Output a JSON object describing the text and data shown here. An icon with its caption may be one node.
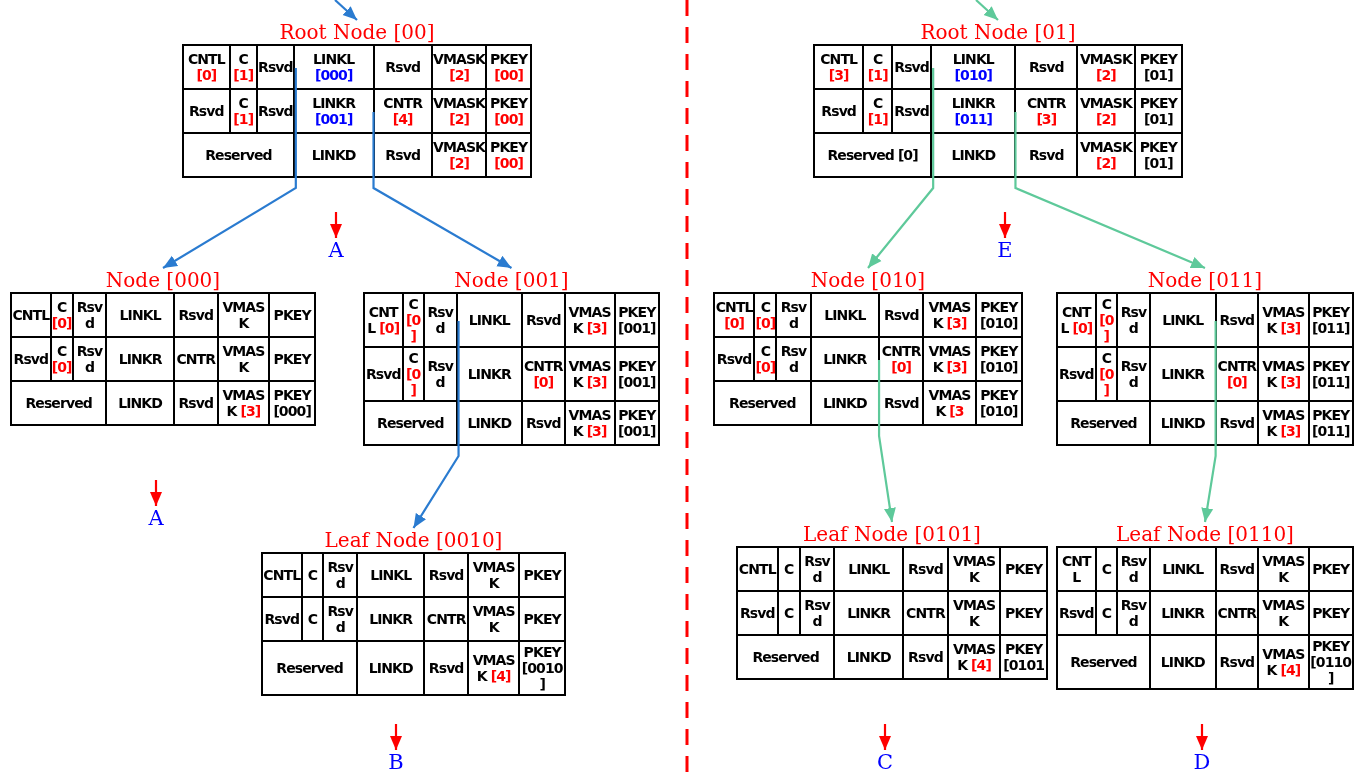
{
  "diagram": {
    "nodes": [
      {
        "text": [
          "Root Node [00]"
        ]
      },
      {
        "text": [
          "CNTL",
          "[0]"
        ],
        "in": 0
      },
      {
        "text": [
          "C",
          "[1]"
        ],
        "in": 0
      },
      {
        "text": [
          "Rsvd"
        ],
        "in": 0
      },
      {
        "text": [
          "LINKL",
          "[000]"
        ],
        "in": 0
      },
      {
        "text": [
          "Rsvd"
        ],
        "in": 0
      },
      {
        "text": [
          "VMASK",
          "[2]"
        ],
        "in": 0
      },
      {
        "text": [
          "PKEY",
          "[00]"
        ],
        "in": 0
      },
      {
        "text": [
          "Rsvd"
        ],
        "in": 0
      },
      {
        "text": [
          "C",
          "[1]"
        ],
        "in": 0
      },
      {
        "text": [
          "Rsvd"
        ],
        "in": 0
      },
      {
        "text": [
          "LINKR",
          "[001]"
        ],
        "in": 0
      },
      {
        "text": [
          "CNTR",
          "[4]"
        ],
        "in": 0
      },
      {
        "text": [
          "VMASK",
          "[2]"
        ],
        "in": 0
      },
      {
        "text": [
          "PKEY",
          "[00]"
        ],
        "in": 0
      },
      {
        "text": [
          "Reserved"
        ],
        "in": 0
      },
      {
        "text": [
          "LINKD"
        ],
        "in": 0
      },
      {
        "text": [
          "Rsvd"
        ],
        "in": 0
      },
      {
        "text": [
          "VMASK",
          "[2]"
        ],
        "in": 0
      },
      {
        "text": [
          "PKEY",
          "[00]"
        ],
        "in": 0
      },
      {
        "text": [
          "Root Node [01]"
        ]
      },
      {
        "text": [
          "CNTL",
          "[3]"
        ],
        "in": 20
      },
      {
        "text": [
          "C",
          "[1]"
        ],
        "in": 20
      },
      {
        "text": [
          "Rsvd"
        ],
        "in": 20
      },
      {
        "text": [
          "LINKL",
          "[010]"
        ],
        "in": 20
      },
      {
        "text": [
          "Rsvd"
        ],
        "in": 20
      },
      {
        "text": [
          "VMASK",
          "[2]"
        ],
        "in": 20
      },
      {
        "text": [
          "PKEY",
          "[01]"
        ],
        "in": 20
      },
      {
        "text": [
          "Rsvd"
        ],
        "in": 20
      },
      {
        "text": [
          "C",
          "[1]"
        ],
        "in": 20
      },
      {
        "text": [
          "Rsvd"
        ],
        "in": 20
      },
      {
        "text": [
          "LINKR",
          "[011]"
        ],
        "in": 20
      },
      {
        "text": [
          "CNTR",
          "[3]"
        ],
        "in": 20
      },
      {
        "text": [
          "VMASK",
          "[2]"
        ],
        "in": 20
      },
      {
        "text": [
          "PKEY",
          "[01]"
        ],
        "in": 20
      },
      {
        "text": [
          "Reserved",
          "[0]"
        ],
        "in": 20
      },
      {
        "text": [
          "LINKD"
        ],
        "in": 20
      },
      {
        "text": [
          "Rsvd"
        ],
        "in": 20
      },
      {
        "text": [
          "VMASK",
          "[2]"
        ],
        "in": 20
      },
      {
        "text": [
          "PKEY",
          "[01]"
        ],
        "in": 20
      },
      {
        "text": [
          "A"
        ]
      },
      {
        "text": [
          "E"
        ]
      },
      {
        "text": [
          "Node [000]"
        ]
      },
      {
        "text": [
          "CNTL"
        ],
        "in": 42
      },
      {
        "text": [
          "C",
          "[0]"
        ],
        "in": 42
      },
      {
        "text": [
          "Rsvd"
        ],
        "in": 42
      },
      {
        "text": [
          "LINKL"
        ],
        "in": 42
      },
      {
        "text": [
          "Rsvd"
        ],
        "in": 42
      },
      {
        "text": [
          "VMASK"
        ],
        "in": 42
      },
      {
        "text": [
          "PKEY"
        ],
        "in": 42
      },
      {
        "text": [
          "Rsvd"
        ],
        "in": 42
      },
      {
        "text": [
          "C",
          "[0]"
        ],
        "in": 42
      },
      {
        "text": [
          "Rsvd"
        ],
        "in": 42
      },
      {
        "text": [
          "LINKR"
        ],
        "in": 42
      },
      {
        "text": [
          "CNTR"
        ],
        "in": 42
      },
      {
        "text": [
          "VMASK"
        ],
        "in": 42
      },
      {
        "text": [
          "PKEY"
        ],
        "in": 42
      },
      {
        "text": [
          "Reserved"
        ],
        "in": 42
      },
      {
        "text": [
          "LINKD"
        ],
        "in": 42
      },
      {
        "text": [
          "Rsvd"
        ],
        "in": 42
      },
      {
        "text": [
          "VMASK",
          "[3]"
        ],
        "in": 42
      },
      {
        "text": [
          "PKEY",
          "[000]"
        ],
        "in": 42
      },
      {
        "text": [
          "Node [001]"
        ]
      },
      {
        "text": [
          "CNTL",
          "[0]"
        ],
        "in": 62
      },
      {
        "text": [
          "C",
          "[0]"
        ],
        "in": 62
      },
      {
        "text": [
          "Rsvd"
        ],
        "in": 62
      },
      {
        "text": [
          "LINKL"
        ],
        "in": 62
      },
      {
        "text": [
          "Rsvd"
        ],
        "in": 62
      },
      {
        "text": [
          "VMASK",
          "[3]"
        ],
        "in": 62
      },
      {
        "text": [
          "PKEY",
          "[001]"
        ],
        "in": 62
      },
      {
        "text": [
          "Rsvd"
        ],
        "in": 62
      },
      {
        "text": [
          "C",
          "[0]"
        ],
        "in": 62
      },
      {
        "text": [
          "Rsvd"
        ],
        "in": 62
      },
      {
        "text": [
          "LINKR"
        ],
        "in": 62
      },
      {
        "text": [
          "CNTR",
          "[0]"
        ],
        "in": 62
      },
      {
        "text": [
          "VMASK",
          "[3]"
        ],
        "in": 62
      },
      {
        "text": [
          "PKEY",
          "[001]"
        ],
        "in": 62
      },
      {
        "text": [
          "Reserved"
        ],
        "in": 62
      },
      {
        "text": [
          "LINKD"
        ],
        "in": 62
      },
      {
        "text": [
          "Rsvd"
        ],
        "in": 62
      },
      {
        "text": [
          "VMASK",
          "[3]"
        ],
        "in": 62
      },
      {
        "text": [
          "PKEY",
          "[001]"
        ],
        "in": 62
      },
      {
        "text": [
          "Node [010]"
        ]
      },
      {
        "text": [
          "CNTL",
          "[0]"
        ],
        "in": 82
      },
      {
        "text": [
          "C",
          "[0]"
        ],
        "in": 82
      },
      {
        "text": [
          "Rsvd"
        ],
        "in": 82
      },
      {
        "text": [
          "LINKL"
        ],
        "in": 82
      },
      {
        "text": [
          "Rsvd"
        ],
        "in": 82
      },
      {
        "text": [
          "VMASK",
          "[3]"
        ],
        "in": 82
      },
      {
        "text": [
          "PKEY",
          "[010]"
        ],
        "in": 82
      },
      {
        "text": [
          "Rsvd"
        ],
        "in": 82
      },
      {
        "text": [
          "C",
          "[0]"
        ],
        "in": 82
      },
      {
        "text": [
          "Rsvd"
        ],
        "in": 82
      },
      {
        "text": [
          "LINKR"
        ],
        "in": 82
      },
      {
        "text": [
          "CNTR",
          "[0]"
        ],
        "in": 82
      },
      {
        "text": [
          "VMASK",
          "[3]"
        ],
        "in": 82
      },
      {
        "text": [
          "PKEY",
          "[010]"
        ],
        "in": 82
      },
      {
        "text": [
          "Reserved"
        ],
        "in": 82
      },
      {
        "text": [
          "LINKD"
        ],
        "in": 82
      },
      {
        "text": [
          "Rsvd"
        ],
        "in": 82
      },
      {
        "text": [
          "VMASK",
          "[3"
        ],
        "in": 82
      },
      {
        "text": [
          "PKEY",
          "[010]"
        ],
        "in": 82
      },
      {
        "text": [
          "Node [011]"
        ]
      },
      {
        "text": [
          "CNTL",
          "[0]"
        ],
        "in": 102
      },
      {
        "text": [
          "C",
          "[0]"
        ],
        "in": 102
      },
      {
        "text": [
          "Rsvd"
        ],
        "in": 102
      },
      {
        "text": [
          "LINKL"
        ],
        "in": 102
      },
      {
        "text": [
          "Rsvd"
        ],
        "in": 102
      },
      {
        "text": [
          "VMASK",
          "[3]"
        ],
        "in": 102
      },
      {
        "text": [
          "PKEY",
          "[011]"
        ],
        "in": 102
      },
      {
        "text": [
          "Rsvd"
        ],
        "in": 102
      },
      {
        "text": [
          "C",
          "[0]"
        ],
        "in": 102
      },
      {
        "text": [
          "Rsvd"
        ],
        "in": 102
      },
      {
        "text": [
          "LINKR"
        ],
        "in": 102
      },
      {
        "text": [
          "CNTR",
          "[0]"
        ],
        "in": 102
      },
      {
        "text": [
          "VMASK",
          "[3]"
        ],
        "in": 102
      },
      {
        "text": [
          "PKEY",
          "[011]"
        ],
        "in": 102
      },
      {
        "text": [
          "Reserved"
        ],
        "in": 102
      },
      {
        "text": [
          "LINKD"
        ],
        "in": 102
      },
      {
        "text": [
          "Rsvd"
        ],
        "in": 102
      },
      {
        "text": [
          "VMASK",
          "[3]"
        ],
        "in": 102
      },
      {
        "text": [
          "PKEY",
          "[011]"
        ],
        "in": 102
      },
      {
        "text": [
          "A"
        ]
      },
      {
        "text": [
          "Leaf Node [0010]"
        ]
      },
      {
        "text": [
          "CNTL"
        ],
        "in": 123
      },
      {
        "text": [
          "C"
        ],
        "in": 123
      },
      {
        "text": [
          "Rsvd"
        ],
        "in": 123
      },
      {
        "text": [
          "LINKL"
        ],
        "in": 123
      },
      {
        "text": [
          "Rsvd"
        ],
        "in": 123
      },
      {
        "text": [
          "VMASK"
        ],
        "in": 123
      },
      {
        "text": [
          "PKEY"
        ],
        "in": 123
      },
      {
        "text": [
          "Rsvd"
        ],
        "in": 123
      },
      {
        "text": [
          "C"
        ],
        "in": 123
      },
      {
        "text": [
          "Rsvd"
        ],
        "in": 123
      },
      {
        "text": [
          "LINKR"
        ],
        "in": 123
      },
      {
        "text": [
          "CNTR"
        ],
        "in": 123
      },
      {
        "text": [
          "VMASK"
        ],
        "in": 123
      },
      {
        "text": [
          "PKEY"
        ],
        "in": 123
      },
      {
        "text": [
          "Reserved"
        ],
        "in": 123
      },
      {
        "text": [
          "LINKD"
        ],
        "in": 123
      },
      {
        "text": [
          "Rsvd"
        ],
        "in": 123
      },
      {
        "text": [
          "VMASK",
          "[4]"
        ],
        "in": 123
      },
      {
        "text": [
          "PKEY",
          "[0010]"
        ],
        "in": 123
      },
      {
        "text": [
          "Leaf Node [0101]"
        ]
      },
      {
        "text": [
          "CNTL"
        ],
        "in": 143
      },
      {
        "text": [
          "C"
        ],
        "in": 143
      },
      {
        "text": [
          "Rsvd"
        ],
        "in": 143
      },
      {
        "text": [
          "LINKL"
        ],
        "in": 143
      },
      {
        "text": [
          "Rsvd"
        ],
        "in": 143
      },
      {
        "text": [
          "VMASK"
        ],
        "in": 143
      },
      {
        "text": [
          "PKEY"
        ],
        "in": 143
      },
      {
        "text": [
          "Rsvd"
        ],
        "in": 143
      },
      {
        "text": [
          "C"
        ],
        "in": 143
      },
      {
        "text": [
          "Rsvd"
        ],
        "in": 143
      },
      {
        "text": [
          "LINKR"
        ],
        "in": 143
      },
      {
        "text": [
          "CNTR"
        ],
        "in": 143
      },
      {
        "text": [
          "VMASK"
        ],
        "in": 143
      },
      {
        "text": [
          "PKEY"
        ],
        "in": 143
      },
      {
        "text": [
          "Reserved"
        ],
        "in": 143
      },
      {
        "text": [
          "LINKD"
        ],
        "in": 143
      },
      {
        "text": [
          "Rsvd"
        ],
        "in": 143
      },
      {
        "text": [
          "VMASK",
          "[4]"
        ],
        "in": 143
      },
      {
        "text": [
          "PKEY",
          "[0101"
        ],
        "in": 143
      },
      {
        "text": [
          "Leaf Node [0110]"
        ]
      },
      {
        "text": [
          "CNTL"
        ],
        "in": 163
      },
      {
        "text": [
          "C"
        ],
        "in": 163
      },
      {
        "text": [
          "Rsvd"
        ],
        "in": 163
      },
      {
        "text": [
          "LINKL"
        ],
        "in": 163
      },
      {
        "text": [
          "Rsvd"
        ],
        "in": 163
      },
      {
        "text": [
          "VMASK"
        ],
        "in": 163
      },
      {
        "text": [
          "PKEY"
        ],
        "in": 163
      },
      {
        "text": [
          "Rsvd"
        ],
        "in": 163
      },
      {
        "text": [
          "C"
        ],
        "in": 163
      },
      {
        "text": [
          "Rsvd"
        ],
        "in": 163
      },
      {
        "text": [
          "LINKR"
        ],
        "in": 163
      },
      {
        "text": [
          "CNTR"
        ],
        "in": 163
      },
      {
        "text": [
          "VMASK"
        ],
        "in": 163
      },
      {
        "text": [
          "PKEY"
        ],
        "in": 163
      },
      {
        "text": [
          "Reserved"
        ],
        "in": 163
      },
      {
        "text": [
          "LINKD"
        ],
        "in": 163
      },
      {
        "text": [
          "Rsvd"
        ],
        "in": 163
      },
      {
        "text": [
          "VMASK",
          "[4]"
        ],
        "in": 163
      },
      {
        "text": [
          "PKEY",
          "[0110]"
        ],
        "in": 163
      },
      {
        "text": [
          "B"
        ]
      },
      {
        "text": [
          "C"
        ]
      },
      {
        "text": [
          "D"
        ]
      }
    ],
    "edges": [
      {
        "from": null,
        "to": 0,
        "arrow": "to",
        "color": "#2a7bd0"
      },
      {
        "from": null,
        "to": 20,
        "arrow": "to",
        "color": "#5ec99a"
      },
      {
        "from": 4,
        "to": 42,
        "arrow": "to",
        "color": "#2a7bd0"
      },
      {
        "from": 11,
        "to": 62,
        "arrow": "to",
        "color": "#2a7bd0"
      },
      {
        "from": 24,
        "to": 82,
        "arrow": "to",
        "color": "#5ec99a"
      },
      {
        "from": 31,
        "to": 102,
        "arrow": "to",
        "color": "#5ec99a"
      },
      {
        "from": 66,
        "to": 123,
        "arrow": "to",
        "color": "#2a7bd0"
      },
      {
        "from": 93,
        "to": 143,
        "arrow": "to",
        "color": "#5ec99a"
      },
      {
        "from": 106,
        "to": 163,
        "arrow": "to",
        "color": "#5ec99a"
      },
      {
        "from": null,
        "to": 40,
        "arrow": "to",
        "color": "#ff0000"
      },
      {
        "from": null,
        "to": 41,
        "arrow": "to",
        "color": "#ff0000"
      },
      {
        "from": null,
        "to": 122,
        "arrow": "to",
        "color": "#ff0000"
      },
      {
        "from": null,
        "to": 183,
        "arrow": "to",
        "color": "#ff0000"
      },
      {
        "from": null,
        "to": 184,
        "arrow": "to",
        "color": "#ff0000"
      },
      {
        "from": null,
        "to": 185,
        "arrow": "to",
        "color": "#ff0000"
      }
    ]
  }
}
